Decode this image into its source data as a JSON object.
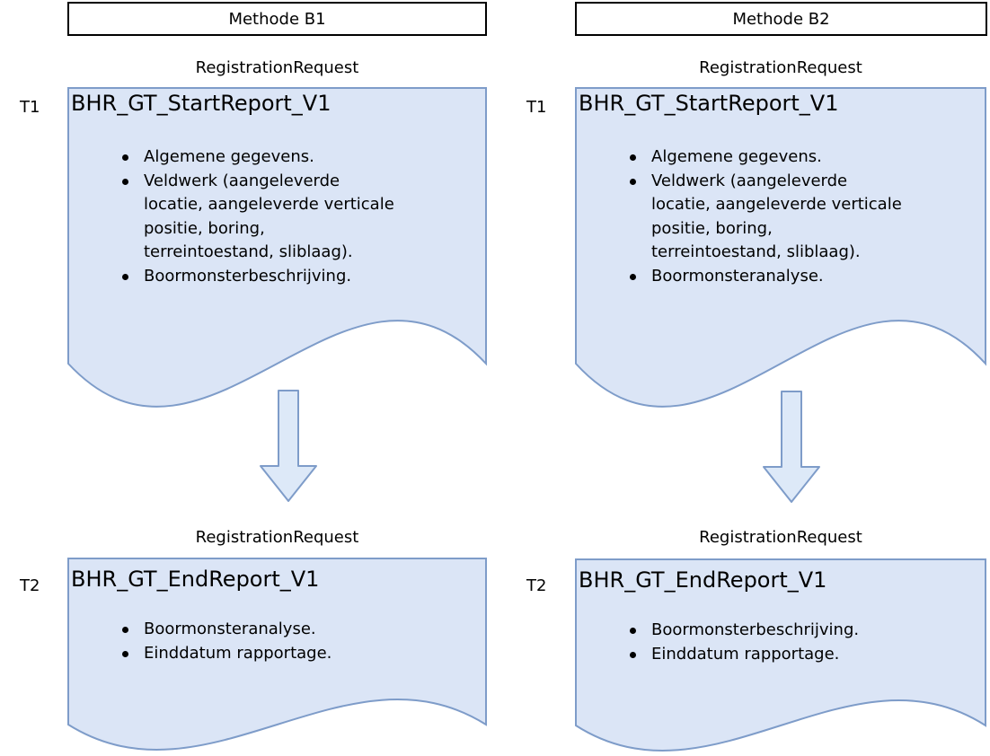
{
  "colors": {
    "doc_fill": "#dbe5f6",
    "doc_border": "#7e9cc9",
    "arrow_fill": "#dde9f8",
    "arrow_border": "#7e9cc9",
    "header_fill": "#ffffff",
    "header_border": "#000000",
    "text": "#000000"
  },
  "columns": [
    {
      "header": "Methode B1",
      "stages": [
        {
          "time_label": "T1",
          "request_label": "RegistrationRequest",
          "doc_title": "BHR_GT_StartReport_V1",
          "bullets": [
            "Algemene gegevens.",
            "Veldwerk (aangeleverde\nlocatie, aangeleverde verticale\npositie, boring,\nterreintoestand, sliblaag).",
            "Boormonsterbeschrijving."
          ]
        },
        {
          "time_label": "T2",
          "request_label": "RegistrationRequest",
          "doc_title": "BHR_GT_EndReport_V1",
          "bullets": [
            "Boormonsteranalyse.",
            "Einddatum rapportage."
          ]
        }
      ]
    },
    {
      "header": "Methode B2",
      "stages": [
        {
          "time_label": "T1",
          "request_label": "RegistrationRequest",
          "doc_title": "BHR_GT_StartReport_V1",
          "bullets": [
            "Algemene gegevens.",
            "Veldwerk (aangeleverde\nlocatie, aangeleverde verticale\npositie, boring,\nterreintoestand, sliblaag).",
            "Boormonsteranalyse."
          ]
        },
        {
          "time_label": "T2",
          "request_label": "RegistrationRequest",
          "doc_title": "BHR_GT_EndReport_V1",
          "bullets": [
            "Boormonsterbeschrijving.",
            "Einddatum rapportage."
          ]
        }
      ]
    }
  ]
}
